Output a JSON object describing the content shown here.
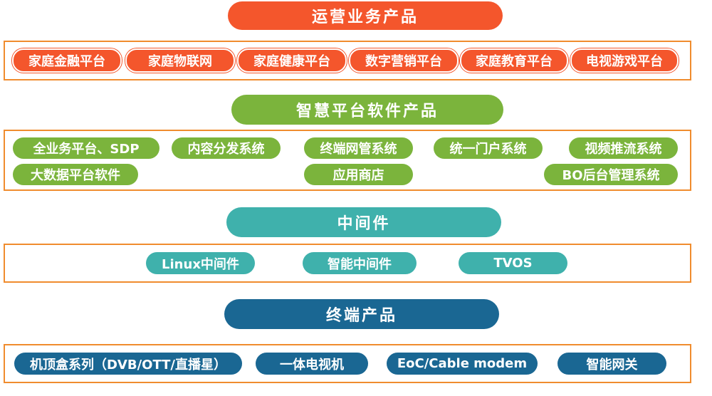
{
  "sections": {
    "operations": {
      "title": "运营业务产品",
      "items": [
        "家庭金融平台",
        "家庭物联网",
        "家庭健康平台",
        "数字营销平台",
        "家庭教育平台",
        "电视游戏平台"
      ]
    },
    "platform": {
      "title": "智慧平台软件产品",
      "items": [
        "全业务平台、SDP",
        "内容分发系统",
        "终端网管系统",
        "统一门户系统",
        "视频推流系统",
        "大数据平台软件",
        "应用商店",
        "BO后台管理系统"
      ]
    },
    "middleware": {
      "title": "中间件",
      "items": [
        "Linux中间件",
        "智能中间件",
        "TVOS"
      ]
    },
    "terminal": {
      "title": "终端产品",
      "items": [
        "机顶盒系列（DVB/OTT/直播星）",
        "一体电视机",
        "EoC/Cable modem",
        "智能网关"
      ]
    }
  },
  "colors": {
    "operations": "#f4562c",
    "platform": "#7bb43c",
    "middleware": "#3fb1ac",
    "terminal": "#1a6793",
    "border": "#f08c2e"
  }
}
